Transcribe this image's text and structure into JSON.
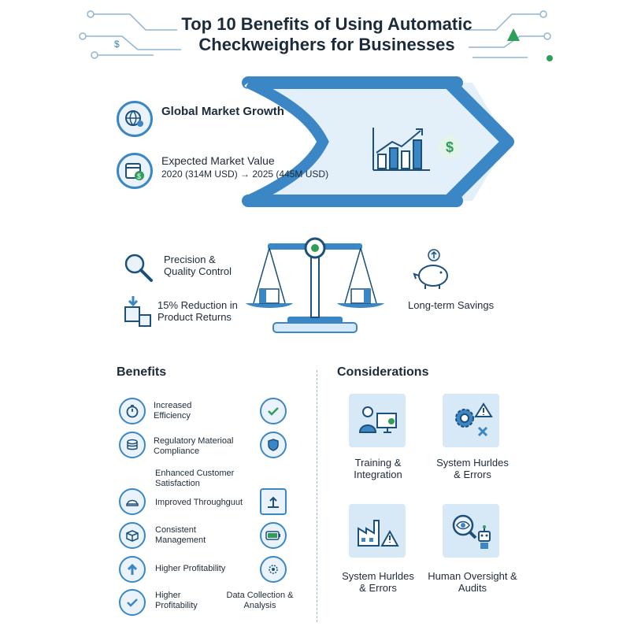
{
  "title": {
    "line1": "Top 10 Benefits of Using Automatic",
    "line2": "Checkweighers for Businesses"
  },
  "market": {
    "growth_label": "Global Market Growth",
    "value_label": "Expected Market Value",
    "value_detail": "2020 (314M USD) → 2025 (445M USD)"
  },
  "scale": {
    "precision": "Precision & Quality Control",
    "reduction": "15% Reduction in Product Returns",
    "savings": "Long-term Savings"
  },
  "benefits": {
    "heading": "Benefits",
    "items": [
      "Increased Efficiency",
      "Regulatory Materioal Compliance",
      "Enhanced Customer Satisfaction",
      "Improved Throughguut",
      "Consistent Management",
      "Higher Profitability",
      "Higher Profitability",
      "Data Collection & Analysis"
    ]
  },
  "considerations": {
    "heading": "Considerations",
    "items": [
      "Training & Integration",
      "System Hurldes & Errors",
      "System Hurldes & Errors",
      "Human Oversight & Audits"
    ]
  },
  "colors": {
    "accent": "#3b87c6",
    "green": "#2e9e5b",
    "light": "#d7e8f6"
  }
}
